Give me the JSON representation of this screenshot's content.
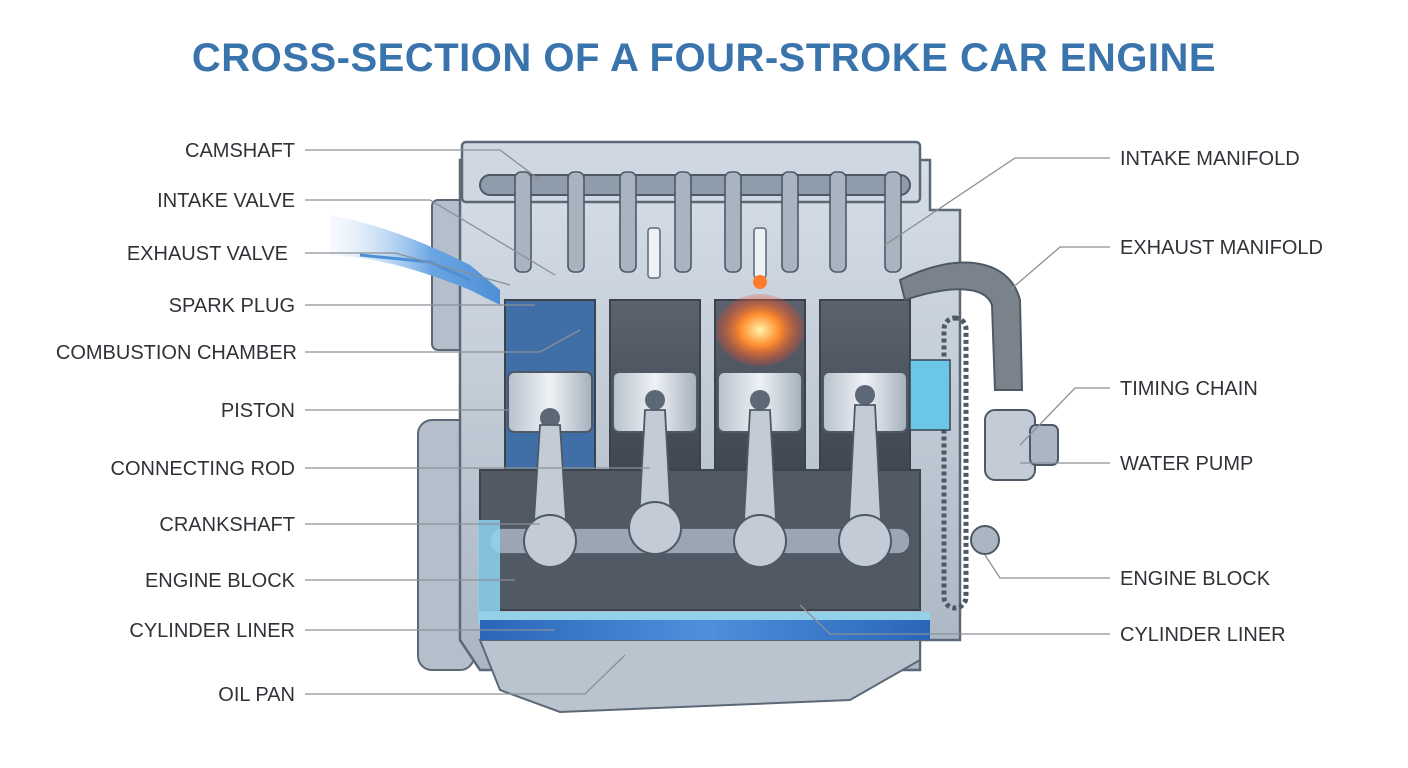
{
  "title": "CROSS-SECTION OF A FOUR-STROKE CAR ENGINE",
  "colors": {
    "title": "#3a74ac",
    "label": "#2f3338",
    "leader": "#8a9098",
    "metal_light": "#c9d3dd",
    "metal_mid": "#9eabba",
    "metal_dark": "#5d6876",
    "cylinder_dark": "#4a525d",
    "intake_blue": "#4d8fd6",
    "coolant_light": "#8ed3f0",
    "oil_blue": "#2f6fc0",
    "flame_orange": "#ff7a2a",
    "exhaust_gray": "#7a828c"
  },
  "labels_left": [
    {
      "id": "camshaft",
      "text": "CAMSHAFT"
    },
    {
      "id": "intake-valve",
      "text": "INTAKE VALVE"
    },
    {
      "id": "exhaust-valve",
      "text": "EXHAUST VALVE"
    },
    {
      "id": "spark-plug",
      "text": "SPARK PLUG"
    },
    {
      "id": "combustion-chamber",
      "text": "COMBUSTION CHAMBER"
    },
    {
      "id": "piston",
      "text": "PISTON"
    },
    {
      "id": "connecting-rod",
      "text": "CONNECTING ROD"
    },
    {
      "id": "crankshaft",
      "text": "CRANKSHAFT"
    },
    {
      "id": "engine-block-left",
      "text": "ENGINE BLOCK"
    },
    {
      "id": "cylinder-liner-left",
      "text": "CYLINDER LINER"
    },
    {
      "id": "oil-pan",
      "text": "OIL PAN"
    }
  ],
  "labels_right": [
    {
      "id": "intake-manifold",
      "text": "INTAKE MANIFOLD"
    },
    {
      "id": "exhaust-manifold",
      "text": "EXHAUST MANIFOLD"
    },
    {
      "id": "timing-chain",
      "text": "TIMING CHAIN"
    },
    {
      "id": "water-pump",
      "text": "WATER PUMP"
    },
    {
      "id": "engine-block-right",
      "text": "ENGINE BLOCK"
    },
    {
      "id": "cylinder-liner-right",
      "text": "CYLINDER LINER"
    }
  ]
}
